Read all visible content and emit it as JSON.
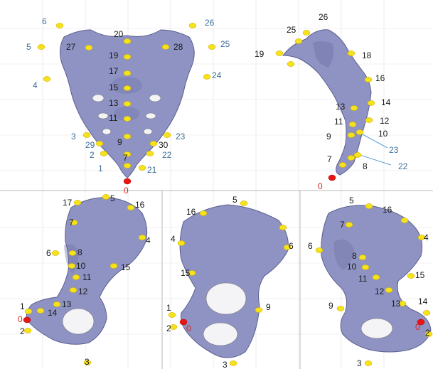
{
  "colors": {
    "landmark": "#f5e21a",
    "origin_landmark": "#e81515",
    "bone": "#8e93c3",
    "label_black": "#1a1a1a",
    "label_blue": "#3f6f9a",
    "label_red": "#e02020"
  },
  "panels": {
    "sacrum_front": {
      "labels": [
        "6",
        "26",
        "20",
        "5",
        "27",
        "19",
        "28",
        "25",
        "4",
        "17",
        "24",
        "15",
        "13",
        "11",
        "3",
        "29",
        "9",
        "30",
        "23",
        "2",
        "7",
        "22",
        "1",
        "21",
        "0"
      ]
    },
    "sacrum_side": {
      "labels": [
        "26",
        "25",
        "19",
        "18",
        "16",
        "14",
        "13",
        "12",
        "11",
        "9",
        "10",
        "23",
        "7",
        "8",
        "22",
        "0"
      ]
    },
    "pelvis_lateral": {
      "labels": [
        "5",
        "17",
        "16",
        "7",
        "4",
        "6",
        "8",
        "10",
        "15",
        "11",
        "12",
        "1",
        "13",
        "14",
        "0",
        "2",
        "3"
      ]
    },
    "pelvis_front": {
      "labels": [
        "5",
        "16",
        "4",
        "6",
        "15",
        "1",
        "9",
        "2",
        "0",
        "3"
      ]
    },
    "pelvis_medial": {
      "labels": [
        "5",
        "16",
        "7",
        "4",
        "6",
        "8",
        "10",
        "11",
        "15",
        "12",
        "9",
        "13",
        "14",
        "0",
        "2",
        "3"
      ]
    }
  }
}
